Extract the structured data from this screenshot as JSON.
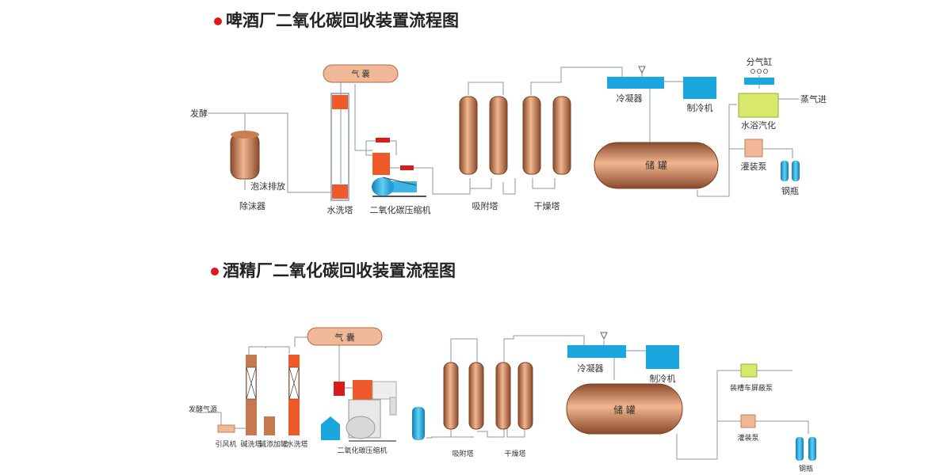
{
  "beer": {
    "title": "啤酒厂二氧化碳回收装置流程图",
    "labels": {
      "ferment": "发酵",
      "foam_drain": "泡沫排放",
      "defoamer": "除沫器",
      "airbag": "气 囊",
      "water_wash": "水洗塔",
      "compressor": "二氧化碳压缩机",
      "adsorb": "吸附塔",
      "dry": "干燥塔",
      "condenser": "冷凝器",
      "chiller": "制冷机",
      "storage": "储 罐",
      "manifold": "分气缸",
      "steam_in": "蒸气进",
      "water_bath": "水浴汽化",
      "filling_pump": "灌装泵",
      "cylinder": "钢瓶"
    }
  },
  "alcohol": {
    "title": "酒精厂二氧化碳回收装置流程图",
    "labels": {
      "gas_source": "发酵气源",
      "fan": "引风机",
      "alkali_tower": "碱洗塔",
      "alkali_tank": "碱添加罐",
      "water_wash": "水洗塔",
      "airbag": "气 囊",
      "compressor": "二氧化碳压缩机",
      "adsorb": "吸附塔",
      "dry": "干燥塔",
      "condenser": "冷凝器",
      "chiller": "制冷机",
      "storage": "储 罐",
      "tanker_pump": "装槽车屏蔽泵",
      "filling_pump": "灌装泵",
      "cylinder": "钢瓶"
    }
  },
  "colors": {
    "copper_dark": "#8a4a2c",
    "copper_light": "#f1b690",
    "orange_red": "#ee5a2a",
    "red": "#d81c1c",
    "cyan": "#1aa7df",
    "yellow_green": "#d8e86a",
    "salmon": "#f0b896",
    "line": "#8a9aa6"
  }
}
